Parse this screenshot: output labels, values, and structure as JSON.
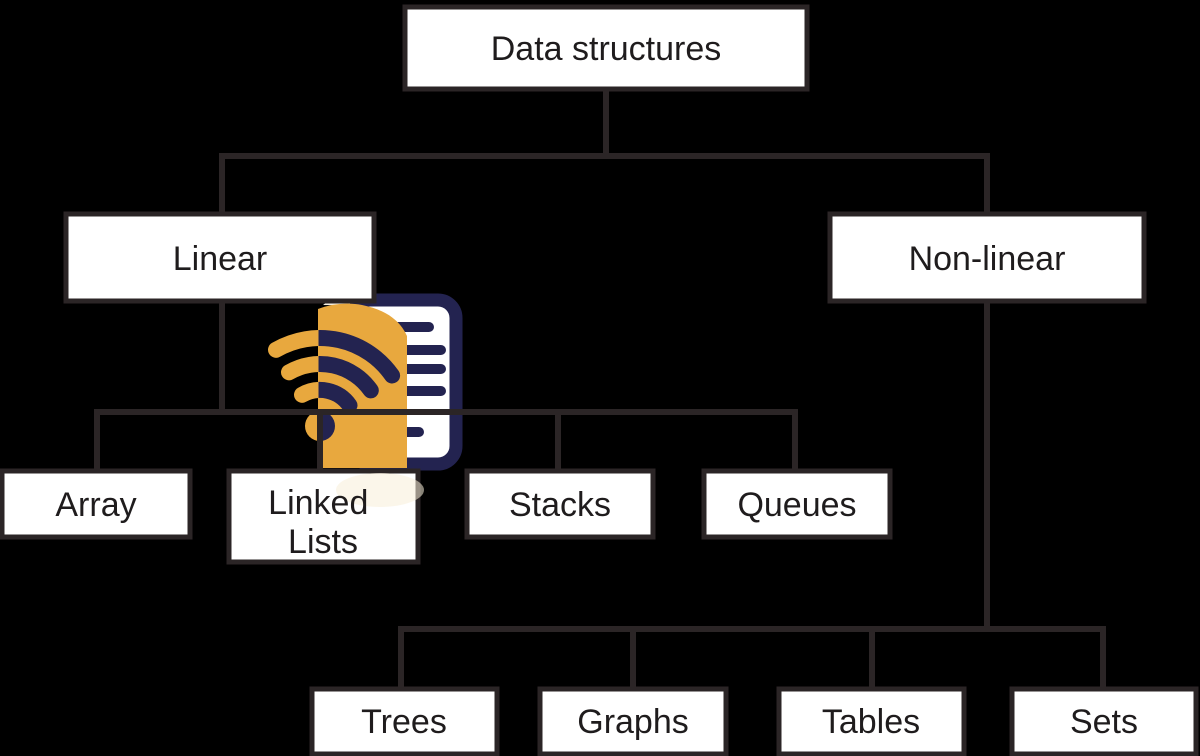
{
  "tree": {
    "label": "Data structures",
    "children": [
      {
        "label": "Linear",
        "children": [
          {
            "label": "Array"
          },
          {
            "label": "Linked Lists"
          },
          {
            "label": "Stacks"
          },
          {
            "label": "Queues"
          }
        ]
      },
      {
        "label": "Non-linear",
        "children": [
          {
            "label": "Trees"
          },
          {
            "label": "Graphs"
          },
          {
            "label": "Tables"
          },
          {
            "label": "Sets"
          }
        ]
      }
    ]
  },
  "display": {
    "linked_lists_lines": [
      "Linked",
      "Lists"
    ]
  },
  "icon": {
    "name": "document-signal-icon",
    "yellow": "#e8a83e",
    "navy": "#232350",
    "cream": "#f5efe2"
  },
  "colors": {
    "background": "#000000",
    "box_fill": "#ffffff",
    "box_border": "#2b2526",
    "connector": "#2b2526",
    "text": "#1f1c1d"
  }
}
